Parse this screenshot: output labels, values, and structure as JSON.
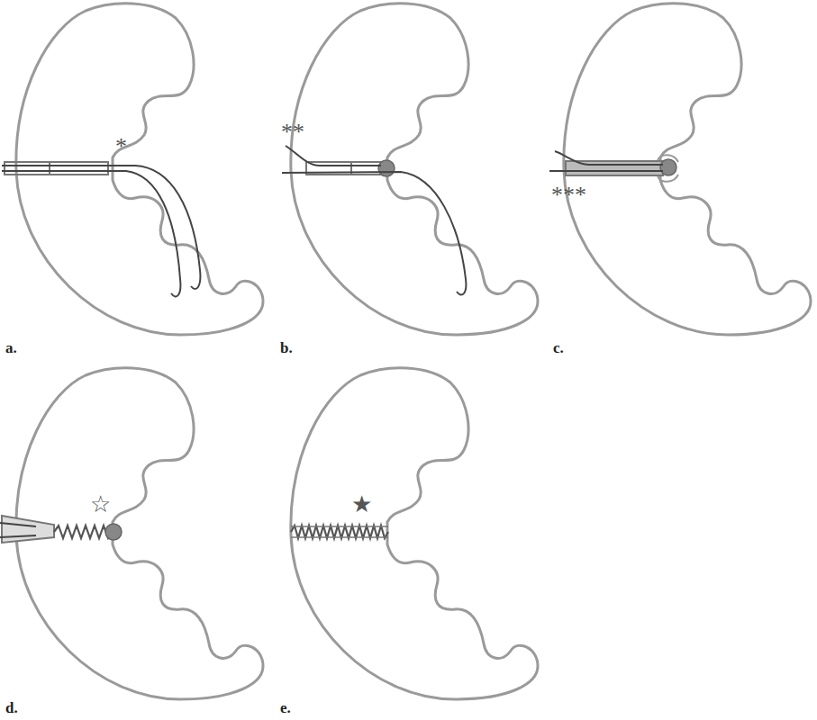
{
  "diagram": {
    "labels": [
      "*",
      "a.",
      "**",
      "b.",
      "***",
      "c.",
      "☆",
      "d.",
      "★",
      "e."
    ]
  }
}
